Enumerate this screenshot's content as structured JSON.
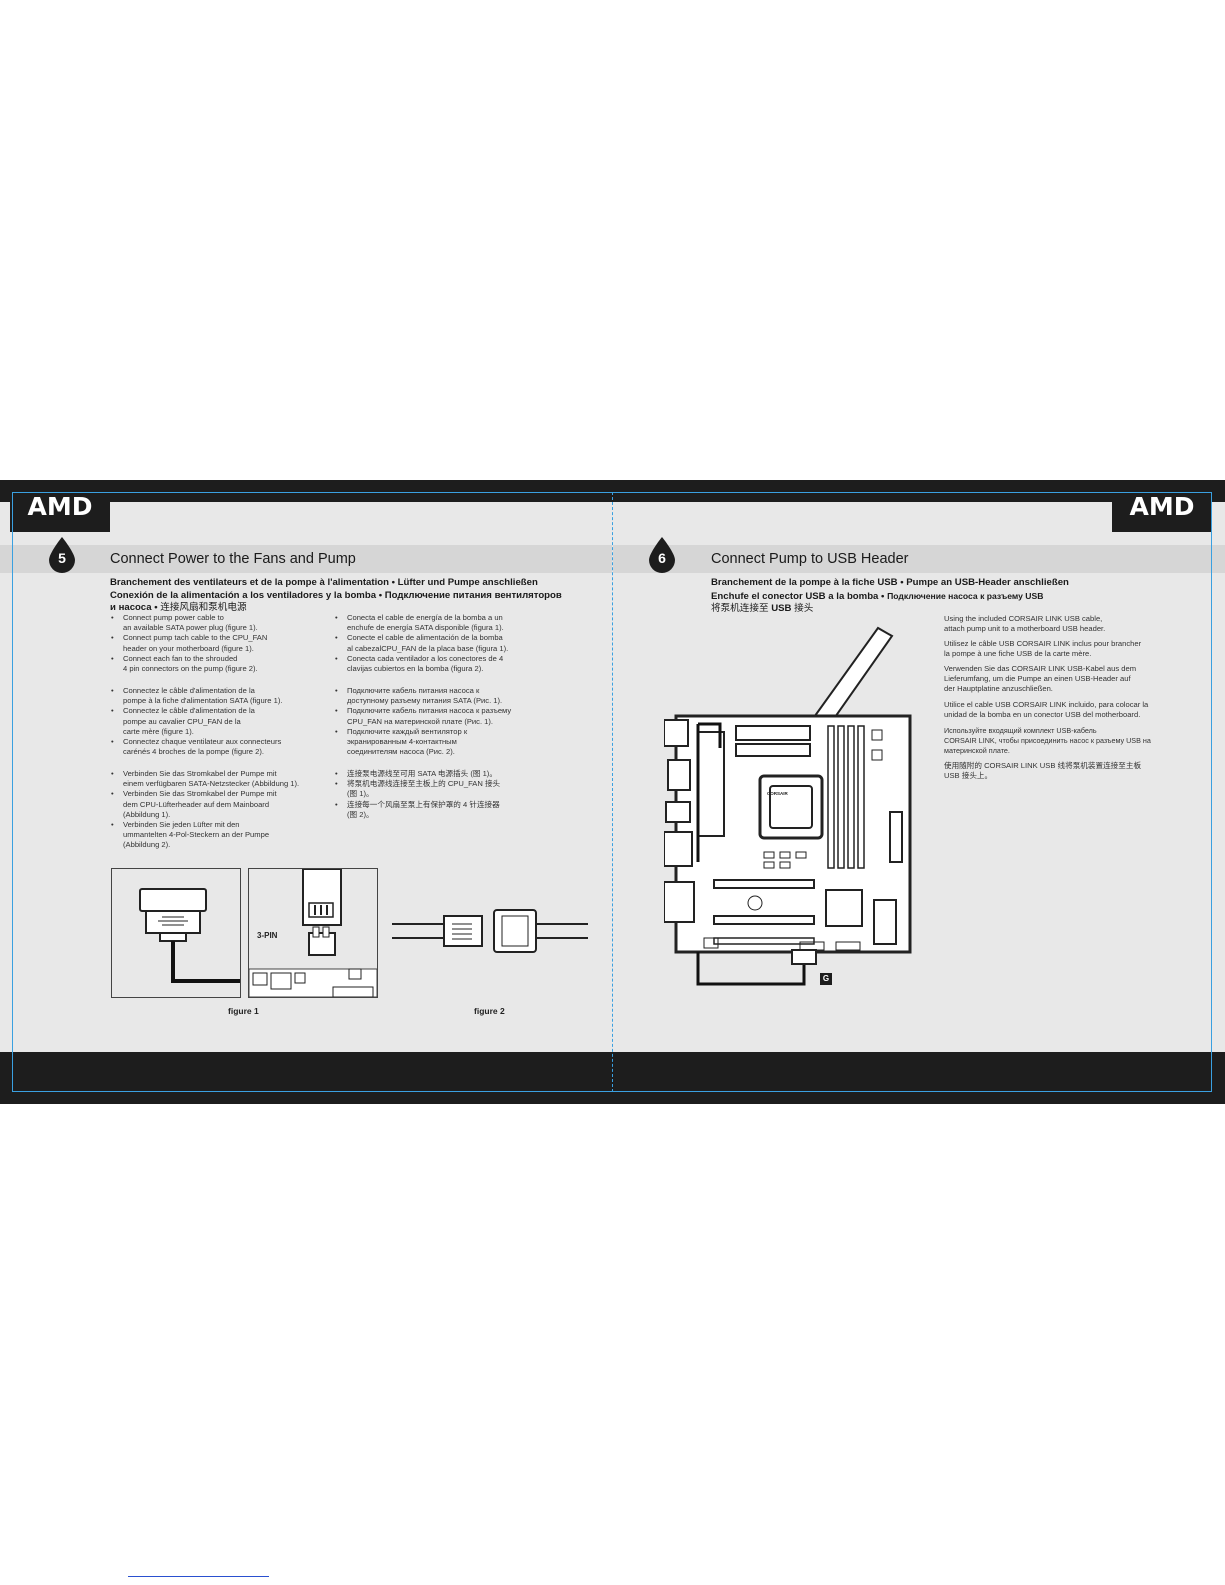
{
  "brand": {
    "left_logo": "AMD",
    "right_logo": "AMD"
  },
  "step5": {
    "number": "5",
    "title": "Connect Power to the Fans and Pump",
    "subtitle_line1": "Branchement des ventilateurs et de la pompe à l'alimentation  •  Lüfter und Pumpe anschließen",
    "subtitle_line2": "Conexión de la alimentación a los ventiladores y la bomba  •  Подключение питания вентиляторов",
    "subtitle_line3a": "и насоса  •  ",
    "subtitle_line3b": "连接风扇和泵机电源",
    "english": [
      "Connect pump power cable to\nan available SATA power plug (figure 1).",
      "Connect pump tach cable to the CPU_FAN\nheader on your motherboard (figure 1).",
      "Connect each fan to the shrouded\n4 pin connectors on the pump (figure 2)."
    ],
    "french": [
      "Connectez le câble d'alimentation de la\npompe à la fiche d'alimentation SATA (figure 1).",
      "Connectez le câble d'alimentation de la\npompe au cavalier CPU_FAN de la\ncarte mère (figure 1).",
      "Connectez chaque ventilateur aux connecteurs\ncarénés 4 broches de la pompe (figure 2)."
    ],
    "german": [
      "Verbinden Sie das Stromkabel der Pumpe mit\neinem verfügbaren SATA-Netzstecker (Abbildung 1).",
      "Verbinden Sie das Stromkabel der Pumpe mit\ndem CPU-Lüfterheader auf dem Mainboard\n(Abbildung 1).",
      "Verbinden Sie jeden Lüfter mit den\nummantelten 4-Pol-Steckern an der Pumpe\n(Abbildung 2)."
    ],
    "spanish": [
      "Conecta el cable de energía de la bomba a un\nenchufe de energía SATA disponible (figura 1).",
      "Conecte el cable de alimentación de la bomba\nal cabezalCPU_FAN de la placa base (figura 1).",
      "Conecta cada ventilador a los conectores de 4\nclavijas cubiertos en la bomba (figura 2)."
    ],
    "russian": [
      "Подключите кабель питания насоса к\nдоступному разъему питания SATA (Рис. 1).",
      "Подключите кабель питания насоса к разъему\nCPU_FAN на материнской плате (Рис. 1).",
      "Подключите каждый вентилятор к\nэкранированным 4-контактным\nсоединителям насоса (Рис. 2)."
    ],
    "chinese": [
      "连接泵电源线至可用 SATA 电源插头 (图 1)。",
      "将泵机电源线连接至主板上的 CPU_FAN 接头\n(图 1)。",
      "连接每一个风扇至泵上有保护罩的 4 针连接器\n(图 2)。"
    ],
    "figure1_label": "3-PIN",
    "figure1_caption": "figure 1",
    "figure2_caption": "figure 2"
  },
  "step6": {
    "number": "6",
    "title": "Connect Pump to USB Header",
    "subtitle_line1": "Branchement de la pompe à la fiche USB • Pumpe an USB-Header anschließen",
    "subtitle_line2a": "Enchufe el conector USB a la bomba • ",
    "subtitle_line2b": "Подключение насоса к разъему USB",
    "subtitle_line3a": "将泵机连接至 ",
    "subtitle_line3b": "USB",
    "subtitle_line3c": " 接头",
    "paragraphs": [
      "Using the included CORSAIR LINK USB cable,\nattach pump unit to a motherboard USB header.",
      "Utilisez le câble USB CORSAIR LINK inclus pour brancher\nla pompe à une fiche USB de la carte mère.",
      "Verwenden Sie das CORSAIR LINK USB-Kabel aus dem\nLieferumfang, um die Pumpe an einen USB-Header auf\nder Hauptplatine anzuschließen.",
      "Utilice el cable USB CORSAIR LINK incluido, para colocar la\nunidad de la bomba en un conector USB del motherboard.",
      "Используйте входящий комплект USB-кабель\nCORSAIR LINK, чтобы присоединить насос к разъему USB на\nматеринской плате.",
      "使用随附的 CORSAIR LINK USB 线将泵机装置连接至主板\nUSB 接头上。"
    ],
    "badge": "G",
    "pump_logo": "CORSAIR"
  }
}
